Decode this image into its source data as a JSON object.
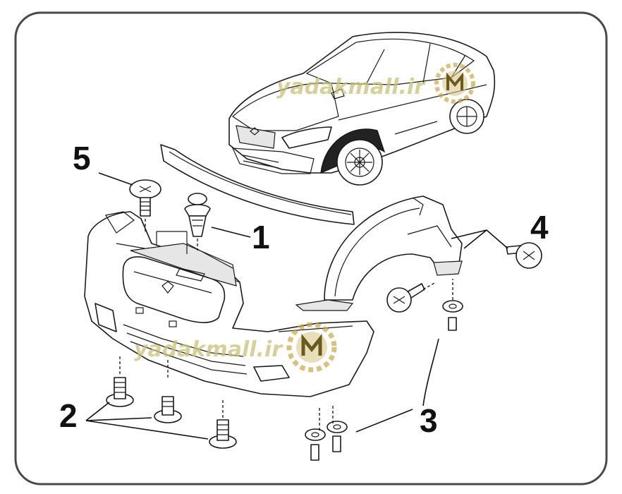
{
  "callouts": {
    "c1": "1",
    "c2": "2",
    "c3": "3",
    "c4": "4",
    "c5": "5"
  },
  "watermark": {
    "text_top": "yadakmall.ir",
    "text_bottom": "yadakmall.ir",
    "logo_color": "#c9a84a"
  },
  "colors": {
    "line": "#1a1a1a",
    "frame": "#4a4a4a",
    "background": "#ffffff"
  },
  "icons": {
    "car": "car-illustration",
    "bumper": "front-bumper",
    "liner": "wheel-arch-liner",
    "logo": "gear-m-logo"
  }
}
